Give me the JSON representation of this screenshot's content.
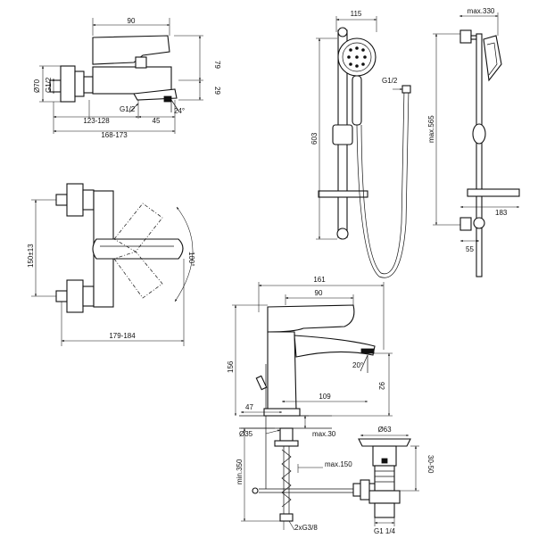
{
  "bath_mixer_side": {
    "d_outlet_reach": "90",
    "d_diameter": "Ø70",
    "d_thread": "G1/2",
    "d_height_79": "79",
    "d_height_29": "29",
    "d_thread_bottom": "G1/2",
    "d_angle": "24°",
    "d_centres": "123-128",
    "d_spout": "45",
    "d_overall": "168-173"
  },
  "bath_mixer_top": {
    "d_centres": "150±13",
    "d_angle": "100°",
    "d_depth": "179-184"
  },
  "shower_set": {
    "d_head_width": "115",
    "d_thread": "G1/2",
    "d_height": "603"
  },
  "shower_rail": {
    "d_max_width": "max.330",
    "d_rail_height": "max.565",
    "d_arm": "183",
    "d_bracket": "55"
  },
  "basin_mixer": {
    "d_overall_depth": "161",
    "d_reach": "90",
    "d_height": "156",
    "d_angle": "20°",
    "d_outlet_height": "92",
    "d_spout_reach": "109",
    "d_rod": "47",
    "d_hole": "Ø35",
    "d_deck": "max.30",
    "d_rod_length": "max.150",
    "d_hose_min": "min.350",
    "d_hose_thread": "2xG3/8"
  },
  "waste": {
    "d_diameter": "Ø63",
    "d_range": "30-50",
    "d_thread": "G1 1/4"
  }
}
